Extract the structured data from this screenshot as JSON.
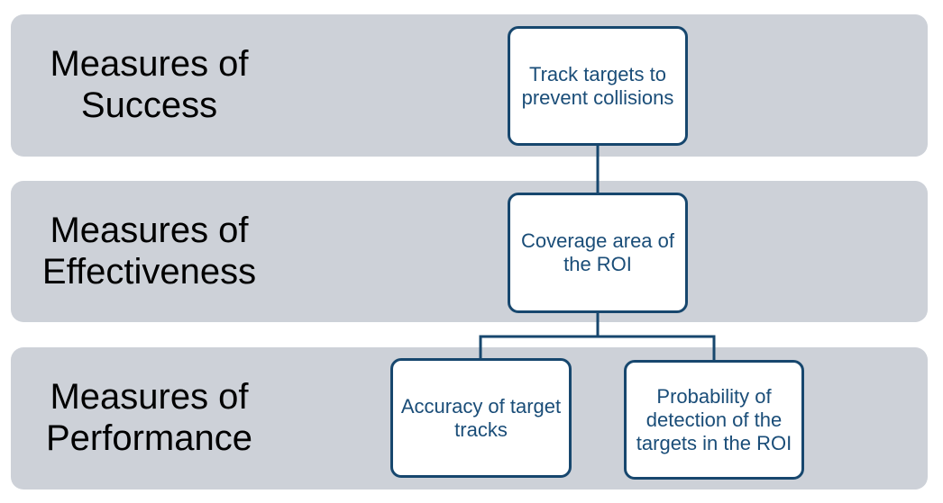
{
  "colors": {
    "band_fill": "#cdd1d8",
    "node_border": "#17476e",
    "node_text": "#1a4d78",
    "connector": "#17476e"
  },
  "bands": [
    {
      "label_line1": "Measures of",
      "label_line2": "Success"
    },
    {
      "label_line1": "Measures of",
      "label_line2": "Effectiveness"
    },
    {
      "label_line1": "Measures of",
      "label_line2": "Performance"
    }
  ],
  "nodes": {
    "success": {
      "text": "Track targets to prevent collisions"
    },
    "effectiveness": {
      "text": "Coverage area of the ROI"
    },
    "performance_accuracy": {
      "text": "Accuracy of target tracks"
    },
    "performance_detection": {
      "text": "Probability of detection of the targets in the ROI"
    }
  }
}
